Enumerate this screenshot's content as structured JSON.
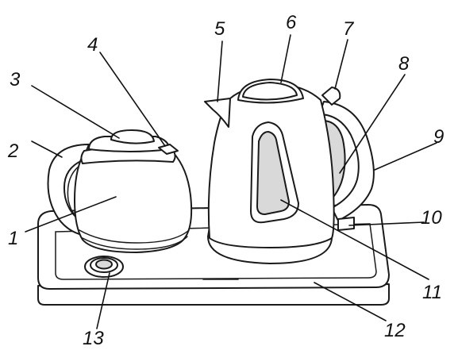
{
  "colors": {
    "line": "#1a1a1a",
    "fill": "#ffffff",
    "shade": "#d9d9d9",
    "text": "#111111"
  },
  "callouts": {
    "c1": "1",
    "c2": "2",
    "c3": "3",
    "c4": "4",
    "c5": "5",
    "c6": "6",
    "c7": "7",
    "c8": "8",
    "c9": "9",
    "c10": "10",
    "c11": "11",
    "c12": "12",
    "c13": "13"
  }
}
